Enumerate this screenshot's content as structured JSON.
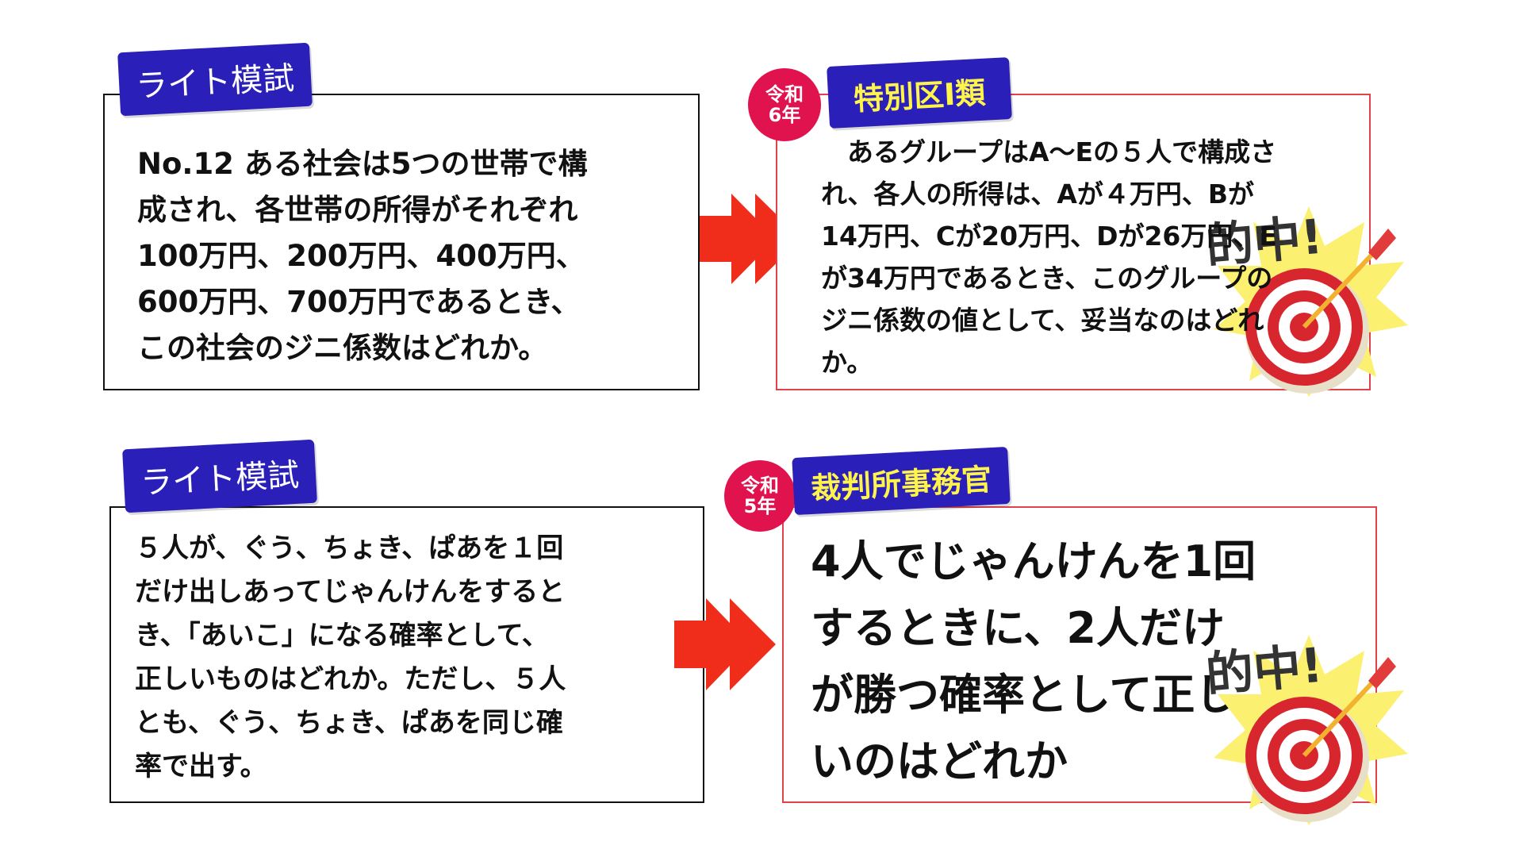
{
  "panels": [
    {
      "mock_label": "ライト模試",
      "mock_lines": [
        "No.12 ある社会は5つの世帯で構",
        "成され、各世帯の所得がそれぞれ",
        "100万円、200万円、400万円、",
        "600万円、700万円であるとき、",
        "この社会のジニ係数はどれか。"
      ],
      "era_line1": "令和",
      "era_line2": "6年",
      "exam_label": "特別区Ⅰ類",
      "exam_lines": [
        "　あるグループはA〜Eの５人で構成さ",
        "れ、各人の所得は、Aが４万円、Bが",
        "14万円、Cが20万円、Dが26万円、E",
        "が34万円であるとき、このグループの",
        "ジニ係数の値として、妥当なのはどれ",
        "か。"
      ],
      "hit_text": "的中!"
    },
    {
      "mock_label": "ライト模試",
      "mock_lines": [
        "５人が、ぐう、ちょき、ぱあを１回",
        "だけ出しあってじゃんけんをすると",
        "き、「あいこ」になる確率として、",
        "正しいものはどれか。ただし、５人",
        "とも、ぐう、ちょき、ぱあを同じ確",
        "率で出す。"
      ],
      "era_line1": "令和",
      "era_line2": "5年",
      "exam_label": "裁判所事務官",
      "exam_lines": [
        "4人でじゃんけんを1回",
        "するときに、2人だけ",
        "が勝つ確率として正し",
        "いのはどれか"
      ],
      "hit_text": "的中!"
    }
  ],
  "colors": {
    "label_bg": "#2a1fb8",
    "exam_text": "#fff44a",
    "era_bg": "#e0134f",
    "arrow": "#f02d1a",
    "exam_border": "#e0414b"
  }
}
